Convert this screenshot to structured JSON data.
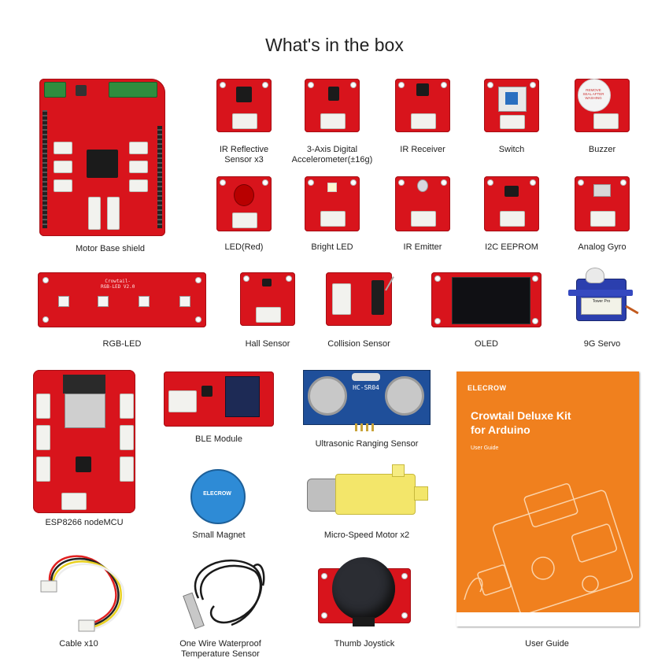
{
  "page": {
    "title": "What's in the box"
  },
  "items": {
    "motor_base_shield": "Motor Base shield",
    "ir_reflective": "IR Reflective\nSensor x3",
    "accelerometer": "3-Axis Digital\nAccelerometer(±16g)",
    "ir_receiver": "IR Receiver",
    "switch": "Switch",
    "buzzer": "Buzzer",
    "led_red": "LED(Red)",
    "bright_led": "Bright LED",
    "ir_emitter": "IR Emitter",
    "i2c_eeprom": "I2C EEPROM",
    "analog_gyro": "Analog Gyro",
    "rgb_led": "RGB-LED",
    "hall_sensor": "Hall Sensor",
    "collision_sensor": "Collision Sensor",
    "oled": "OLED",
    "servo": "9G Servo",
    "esp8266": "ESP8266 nodeMCU",
    "ble_module": "BLE Module",
    "ultrasonic": "Ultrasonic Ranging Sensor",
    "small_magnet": "Small Magnet",
    "micro_motor": "Micro-Speed Motor x2",
    "cable": "Cable x10",
    "temp_sensor": "One Wire Waterproof\nTemperature Sensor",
    "joystick": "Thumb Joystick",
    "user_guide": "User Guide"
  },
  "guide_cover": {
    "brand": "ELECROW",
    "title_line1": "Crowtail Deluxe Kit",
    "title_line2": "for Arduino",
    "subtitle": "User Guide"
  },
  "silkscreen": {
    "rgb_board": "Crowtail-\nRGB-LED V2.0",
    "ultrasonic_model": "HC-SR04",
    "magnet_brand": "ELECROW",
    "servo_brand": "Tower Pro",
    "buzzer_sticker": "REMOVE SEAL AFTER WASHING"
  },
  "colors": {
    "board_red": "#d8141c",
    "guide_orange": "#f0801e",
    "ultrasonic_blue": "#1f4f9a",
    "magnet_blue": "#2e8bd6",
    "motor_yellow": "#f3e66a",
    "servo_blue": "#2b3fae"
  }
}
